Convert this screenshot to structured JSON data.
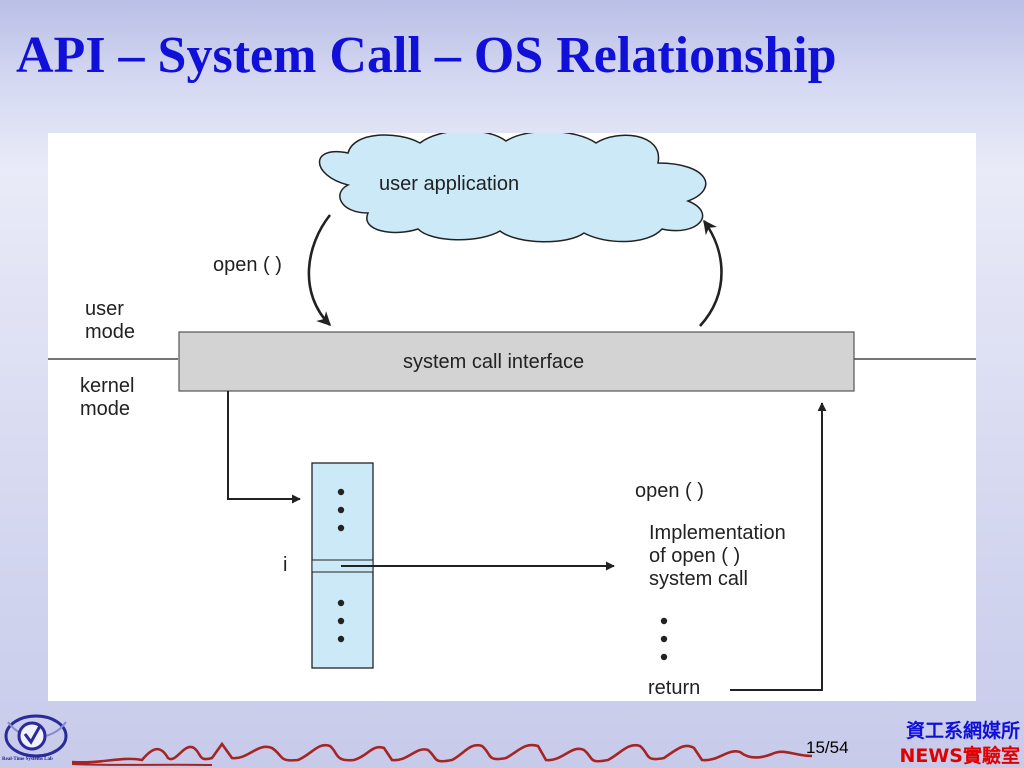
{
  "slide": {
    "title": "API – System Call – OS Relationship",
    "page_current": "15",
    "page_total": "/54",
    "lab_line1": "資工系網媒所",
    "lab_line2": "NEWS實驗室",
    "logo_text": "Real-Time Systems Lab"
  },
  "diagram": {
    "cloud_label": "user application",
    "call_label": "open ( )",
    "user_mode_label": [
      "user",
      "mode"
    ],
    "kernel_mode_label": [
      "kernel",
      "mode"
    ],
    "interface_label": "system call interface",
    "table_index_label": "i",
    "impl_title": "open ( )",
    "impl_lines": [
      "Implementation",
      "of open ( )",
      "system call"
    ],
    "return_label": "return"
  },
  "colors": {
    "title": "#1010d8",
    "interface_fill": "#d3d3d3",
    "cloud_fill": "#cce9f8",
    "table_fill": "#cce9f8",
    "lab_line2": "#e00000"
  }
}
